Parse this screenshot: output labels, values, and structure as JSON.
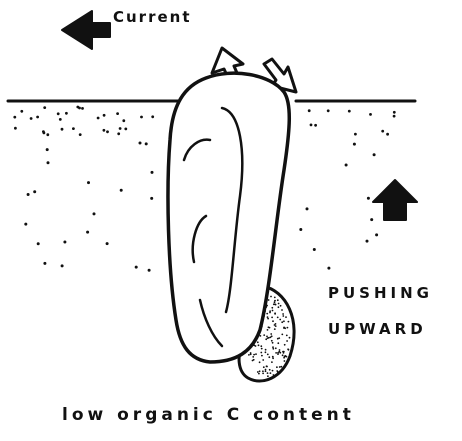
{
  "labels": {
    "current": "Current",
    "pushing": "PUSHING",
    "upward": "UPWARD",
    "caption": "low organic C content"
  },
  "icons": {
    "current_arrow": "left-arrow-icon",
    "push_arrow": "up-arrow-icon",
    "flow_out_arrow": "outflow-arrow-icon",
    "flow_in_arrow": "inflow-arrow-icon"
  },
  "colors": {
    "ink": "#111111",
    "background": "#ffffff"
  }
}
